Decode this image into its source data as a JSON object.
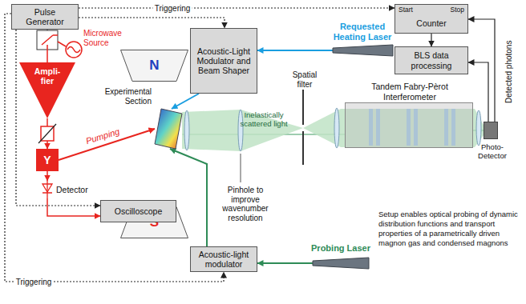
{
  "diagram": {
    "nodes": [
      {
        "text": [
          "Pulse Generator"
        ]
      },
      {
        "text": [
          "Start",
          "Stop",
          "Counter"
        ]
      },
      {
        "text": [
          "BLS data processing"
        ]
      },
      {
        "text": [
          "Acoustic-Light Modulator and Beam Shaper"
        ]
      },
      {
        "text": [
          "Requested Heating Laser"
        ]
      },
      {
        "text": [
          "Ampli- fier"
        ]
      },
      {
        "text": [
          "N"
        ]
      },
      {
        "text": [
          "S"
        ]
      },
      {
        "text": [
          "Experimental Section"
        ]
      },
      {
        "text": [
          "Tandem Fabry-Pèrot Interferometer"
        ]
      },
      {
        "text": [
          "Photo- Detector"
        ]
      },
      {
        "text": [
          "Detector"
        ]
      },
      {
        "text": [
          "Oscilloscope"
        ]
      },
      {
        "text": [
          "Acoustic-light modulator"
        ]
      },
      {
        "text": [
          "Probing Laser"
        ]
      },
      {
        "text": [
          "Y"
        ]
      }
    ],
    "edges": [
      {
        "from": 0,
        "to": 1,
        "arrow": "to",
        "label": "Triggering"
      },
      {
        "from": 0,
        "to": 3,
        "arrow": "to"
      },
      {
        "from": 0,
        "to": 12,
        "arrow": "to"
      },
      {
        "from": 0,
        "to": 13,
        "arrow": "to",
        "label": "Triggering"
      },
      {
        "from": 5,
        "to": 15,
        "arrow": "to"
      },
      {
        "from": 15,
        "to": 11,
        "arrow": "to"
      },
      {
        "from": 11,
        "to": 12,
        "arrow": "to"
      },
      {
        "from": 15,
        "to": 8,
        "arrow": "to",
        "label": "Pumping"
      },
      {
        "from": 4,
        "to": 3,
        "arrow": "to"
      },
      {
        "from": 3,
        "to": 8,
        "arrow": "to"
      },
      {
        "from": 14,
        "to": 13,
        "arrow": "to"
      },
      {
        "from": 13,
        "to": 8,
        "arrow": "to"
      },
      {
        "from": 8,
        "to": 9,
        "arrow": "none"
      },
      {
        "from": 9,
        "to": 10,
        "arrow": "to"
      },
      {
        "from": 10,
        "to": 1,
        "arrow": "to"
      },
      {
        "from": 10,
        "to": 2,
        "arrow": "to"
      },
      {
        "from": 1,
        "to": 2,
        "arrow": "to"
      }
    ],
    "labels": [
      "Microwave Source",
      "Spatial filter",
      "Inelastically scattered light",
      "Pinhole to improve wavenumber resolution",
      "Detected photons",
      "Setup enables optical probing of dynamic distribution functions and transport properties of a parametrically driven magnon gas and condensed magnons"
    ]
  }
}
